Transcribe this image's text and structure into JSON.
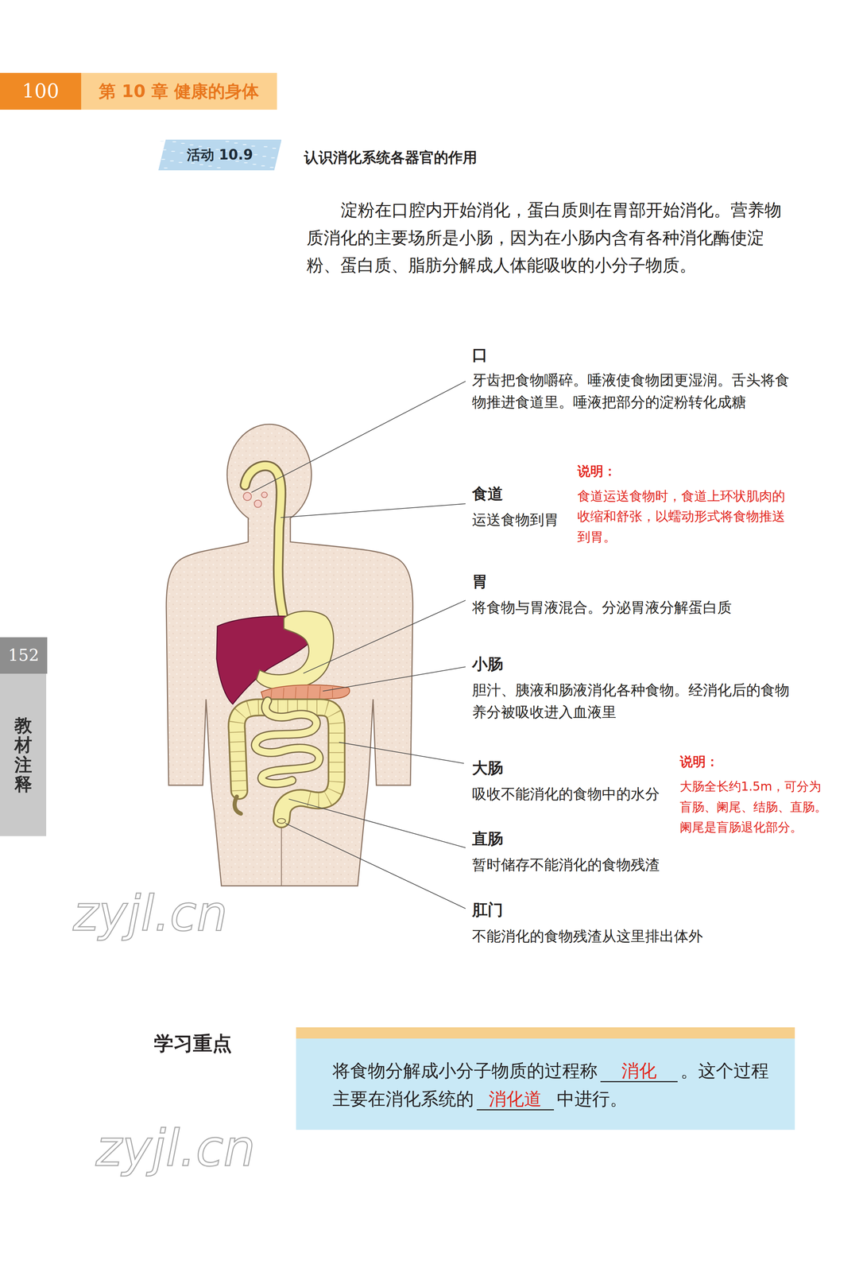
{
  "diagram": {
    "title": "认识消化系统各器官的作用",
    "nodes": [
      {
        "text": [
          "100"
        ]
      },
      {
        "text": [
          "第 10 章 健康的身体"
        ]
      },
      {
        "text": [
          "活动 10.9"
        ]
      },
      {
        "text": [
          "152"
        ]
      },
      {
        "text": [
          "教材注释"
        ]
      },
      {
        "text": [
          "学习重点",
          "将食物分解成小分子物质的过程称",
          "消化",
          "。这个过程主要在消化系统的",
          "消化道",
          "中进行。"
        ]
      }
    ],
    "labels": [
      "淀粉在口腔内开始消化，蛋白质则在胃部开始消化。营养物质消化的主要场所是小肠，因为在小肠内含有各种消化酶使淀粉、蛋白质、脂肪分解成人体能吸收的小分子物质。",
      "口",
      "牙齿把食物嚼碎。唾液使食物团更湿润。舌头将食物推进食道里。唾液把部分的淀粉转化成糖",
      "食道",
      "运送食物到胃",
      "说明：",
      "食道运送食物时，食道上环状肌肉的收缩和舒张，以蠕动形式将食物推送到胃。",
      "胃",
      "将食物与胃液混合。分泌胃液分解蛋白质",
      "小肠",
      "胆汁、胰液和肠液消化各种食物。经消化后的食物养分被吸收进入血液里",
      "大肠",
      "吸收不能消化的食物中的水分",
      "说明：",
      "大肠全长约1.5m，可分为盲肠、阑尾、结肠、直肠。阑尾是盲肠退化部分。",
      "直肠",
      "暂时储存不能消化的食物残渣",
      "肛门",
      "不能消化的食物残渣从这里排出体外",
      "zyjl.cn",
      "zyjl.cn"
    ]
  }
}
